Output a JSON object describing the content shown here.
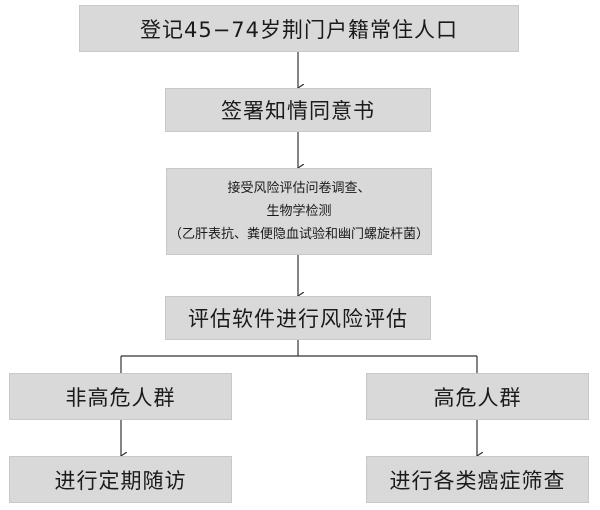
{
  "flowchart": {
    "register": "登记45−74岁荆门户籍常住人口",
    "consent": "签署知情同意书",
    "survey": {
      "line1": "接受风险评估问卷调查、",
      "line2": "生物学检测",
      "line3": "（乙肝表抗、粪便隐血试验和幽门螺旋杆菌）"
    },
    "assess": "评估软件进行风险评估",
    "non_high_risk": "非高危人群",
    "high_risk": "高危人群",
    "followup": "进行定期随访",
    "screening": "进行各类癌症筛查"
  },
  "colors": {
    "box_fill": "#d9d9d9",
    "line": "#333333"
  }
}
